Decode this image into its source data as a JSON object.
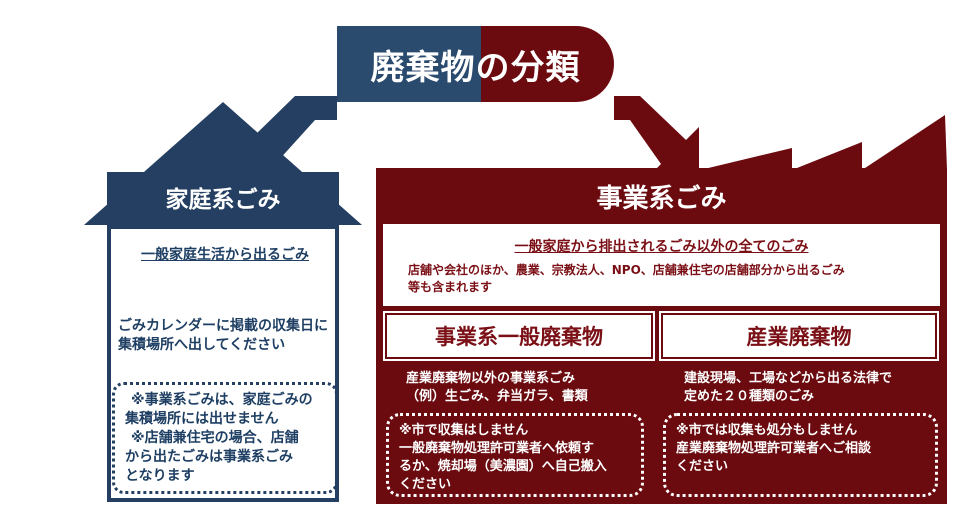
{
  "title": "廃棄物の分類",
  "household": {
    "label": "家庭系ごみ",
    "subtitle": "一般家庭生活から出るごみ",
    "desc_lines": [
      "ごみカレンダーに掲載の収集日に",
      "集積場所へ出してください"
    ],
    "note_lines": [
      "※事業系ごみは、家庭ごみの",
      "集積場所には出せません",
      "※店舗兼住宅の場合、店舗",
      "から出たごみは事業系ごみ",
      "となります"
    ]
  },
  "business": {
    "label": "事業系ごみ",
    "subtitle": "一般家庭から排出されるごみ以外の全てのごみ",
    "desc_lines": [
      "店舗や会社のほか、農業、宗教法人、NPO、店舗兼住宅の店舗部分から出るごみ",
      "等も含まれます"
    ],
    "general": {
      "label": "事業系一般廃棄物",
      "desc_lines": [
        "産業廃棄物以外の事業系ごみ",
        "（例）生ごみ、弁当ガラ、書類"
      ],
      "note_lines": [
        "※市で収集はしません",
        "一般廃棄物処理許可業者へ依頼す",
        "るか、焼却場（美濃園）へ自己搬入",
        "ください"
      ]
    },
    "industrial": {
      "label": "産業廃棄物",
      "desc_lines": [
        "建設現場、工場などから出る法律で",
        "定めた２０種類のごみ"
      ],
      "note_lines": [
        "※市では収集も処分もしません",
        "産業廃棄物処理許可業者へご相談",
        "ください"
      ]
    }
  },
  "colors": {
    "navy": "#243f61",
    "maroon": "#6b0a0f"
  }
}
